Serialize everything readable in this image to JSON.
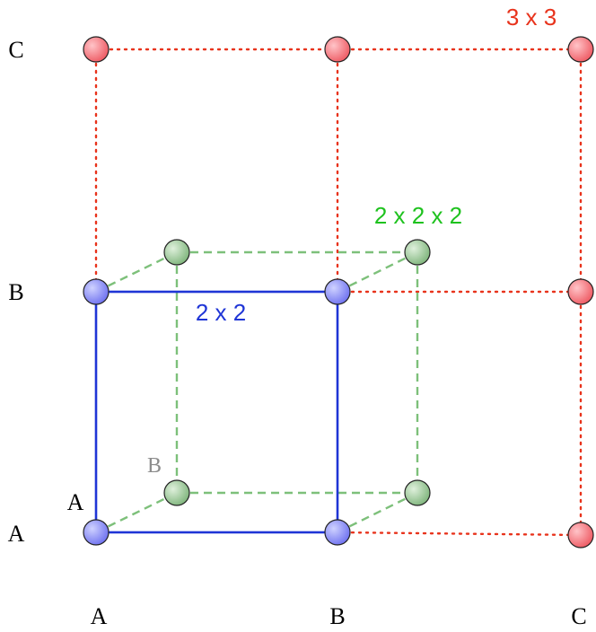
{
  "axes": {
    "y_labels": [
      "C",
      "B",
      "A"
    ],
    "x_labels": [
      "A",
      "B",
      "C"
    ]
  },
  "labels": {
    "grid_3x3": "3 x 3",
    "grid_2x2": "2 x 2",
    "cube_2x2x2": "2 x 2 x 2",
    "corner_A": "A",
    "corner_B": "B"
  },
  "colors": {
    "red": "#e8331c",
    "green": "#1ec21e",
    "blue": "#1f35d6",
    "gray": "#8c8c8c"
  }
}
